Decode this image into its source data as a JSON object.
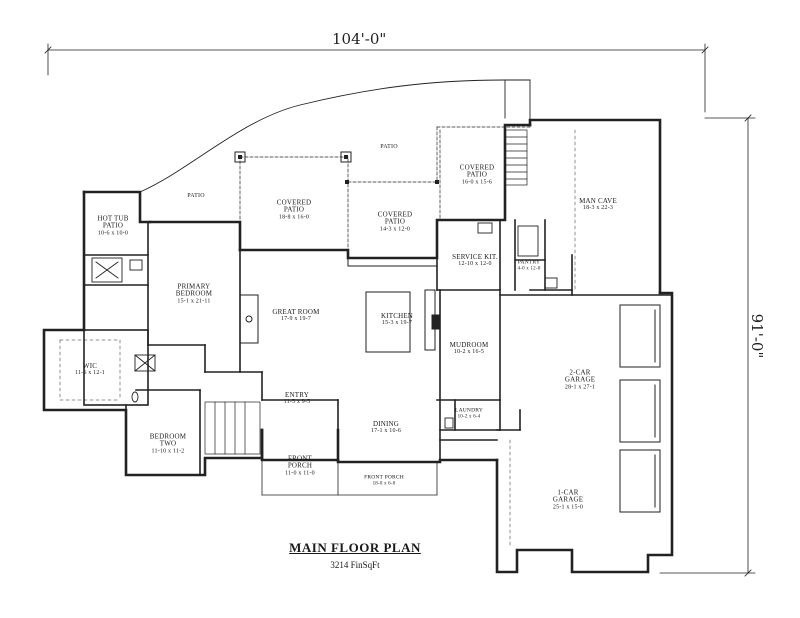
{
  "dimensions": {
    "width": "104'-0\"",
    "depth": "91'-0\""
  },
  "title": "MAIN FLOOR PLAN",
  "area": "3214 FinSqFt",
  "rooms": {
    "hot_tub_patio": {
      "name": "HOT TUB PATIO",
      "size": "10-6 x 10-0"
    },
    "patio_left": {
      "name": "PATIO"
    },
    "patio_top": {
      "name": "PATIO"
    },
    "covered_patio_1": {
      "name": "COVERED PATIO",
      "size": "18-8 x 16-0"
    },
    "covered_patio_2": {
      "name": "COVERED PATIO",
      "size": "14-3 x 12-0"
    },
    "covered_patio_3": {
      "name": "COVERED PATIO",
      "size": "16-0 x 15-6"
    },
    "man_cave": {
      "name": "MAN CAVE",
      "size": "18-3 x 22-3"
    },
    "primary_bedroom": {
      "name": "PRIMARY BEDROOM",
      "size": "15-1 x 21-11"
    },
    "great_room": {
      "name": "GREAT ROOM",
      "size": "17-9 x 19-7"
    },
    "kitchen": {
      "name": "KITCHEN",
      "size": "15-3 x 19-7"
    },
    "service_kit": {
      "name": "SERVICE KIT.",
      "size": "12-10 x 12-0"
    },
    "pantry": {
      "name": "PANTRY",
      "size": "4-0 x 12-0"
    },
    "wic": {
      "name": "WIC",
      "size": "11-6 x 12-1"
    },
    "mudroom": {
      "name": "MUDROOM",
      "size": "10-2 x 16-5"
    },
    "garage_2car": {
      "name": "2-CAR GARAGE",
      "size": "28-1 x 27-1"
    },
    "entry": {
      "name": "ENTRY",
      "size": "11-5 x 9-5"
    },
    "laundry": {
      "name": "LAUNDRY",
      "size": "10-2 x 6-4"
    },
    "bedroom_two": {
      "name": "BEDROOM TWO",
      "size": "11-10 x 11-2"
    },
    "dining": {
      "name": "DINING",
      "size": "17-1 x 10-6"
    },
    "front_porch_1": {
      "name": "FRONT PORCH",
      "size": "11-0 x 11-0"
    },
    "front_porch_2": {
      "name": "FRONT PORCH",
      "size": "18-0 x 6-0"
    },
    "garage_1car": {
      "name": "1-CAR GARAGE",
      "size": "25-1 x 15-0"
    }
  }
}
